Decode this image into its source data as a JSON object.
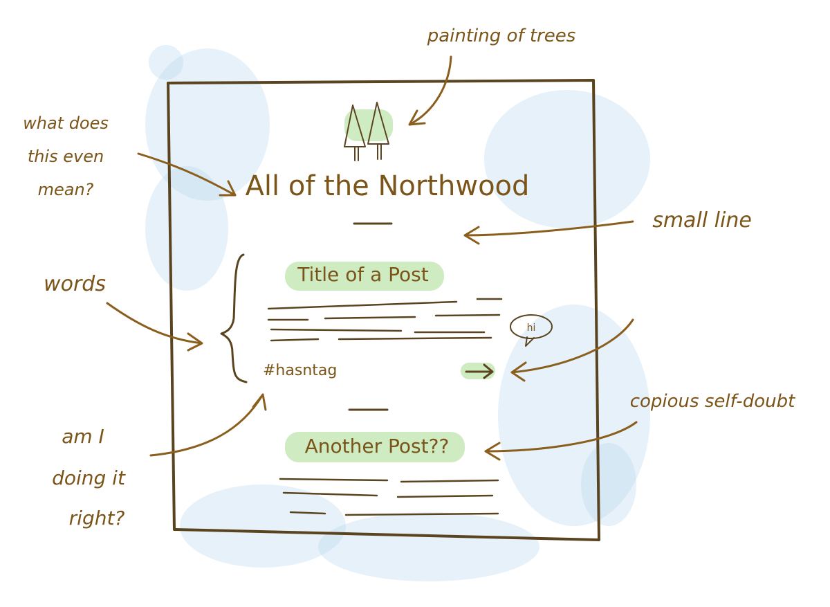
{
  "page": {
    "site_title": "All of the Northwood",
    "post_1_title": "Title of a Post",
    "hashtag": "#hasntag",
    "post_2_title": "Another Post??",
    "speech_bubble": "hi"
  },
  "annotations": {
    "painting": "painting of trees",
    "what_does_line1": "what does",
    "what_does_line2": "this even",
    "what_does_line3": "mean?",
    "small_line": "small line",
    "words": "words",
    "self_doubt": "copious self-doubt",
    "am_i_line1": "am I",
    "am_i_line2": "doing it",
    "am_i_line3": "right?"
  },
  "colors": {
    "ink": "#5a4420",
    "annotation": "#7a5418",
    "highlight": "#b6e0a2",
    "watercolor": "#b9d6ef"
  }
}
